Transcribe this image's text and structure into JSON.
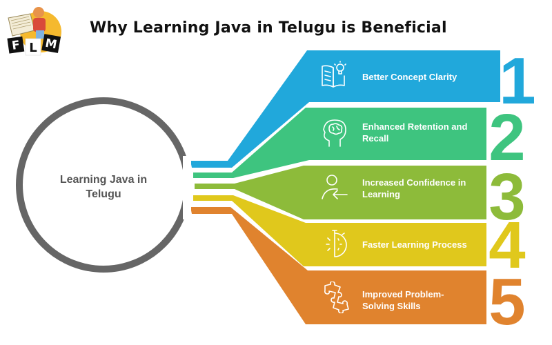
{
  "header": {
    "title": "Why Learning Java in Telugu is Beneficial",
    "logo_text": "FLM"
  },
  "center": {
    "label_line1": "Learning Java in",
    "label_line2": "Telugu"
  },
  "items": [
    {
      "number": "1",
      "label": "Better Concept Clarity",
      "icon": "book-lightbulb-icon",
      "color": "#21a8db"
    },
    {
      "number": "2",
      "label": "Enhanced Retention and Recall",
      "icon": "brain-head-icon",
      "color": "#3ec47f"
    },
    {
      "number": "3",
      "label": "Increased Confidence in Learning",
      "icon": "person-arrow-icon",
      "color": "#8dbb3a"
    },
    {
      "number": "4",
      "label": "Faster Learning Process",
      "icon": "stopwatch-icon",
      "color": "#e0c81c"
    },
    {
      "number": "5",
      "label": "Improved Problem-Solving Skills",
      "icon": "puzzle-piece-icon",
      "color": "#e0832e"
    }
  ],
  "colors": {
    "circle_stroke": "#666666",
    "center_text": "#555555",
    "title_text": "#111111"
  }
}
